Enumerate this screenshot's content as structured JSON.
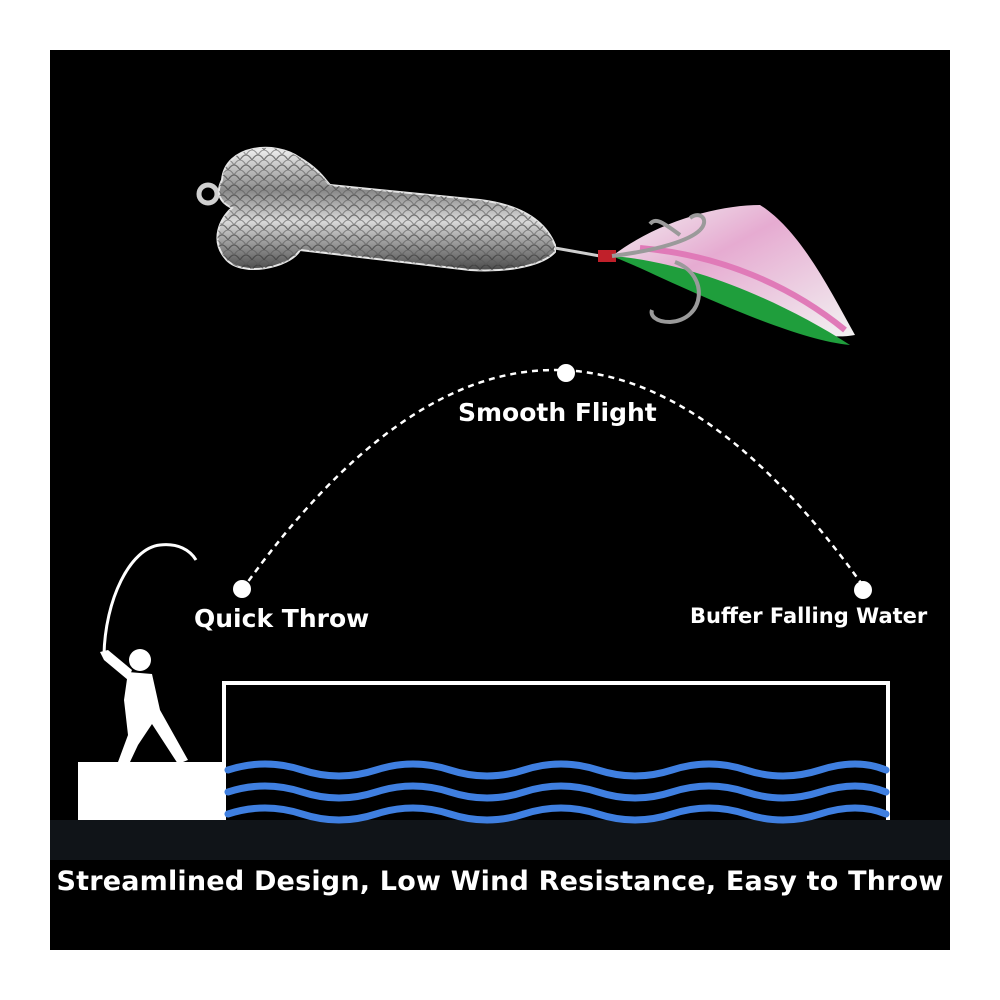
{
  "labels": {
    "top": "Smooth Flight",
    "left": "Quick Throw",
    "right": "Buffer Falling Water"
  },
  "caption": "Streamlined Design, Low Wind Resistance, Easy to Throw",
  "colors": {
    "background": "#000000",
    "frame": "#ffffff",
    "water": "#3f7fe0",
    "feather_green": "#1f9e3c",
    "feather_pink": "#e07ab8",
    "lure_metal": "#b8b8b8"
  },
  "icons": [
    "lure-icon",
    "treble-hook-icon",
    "feather-icon",
    "angler-silhouette-icon",
    "fishing-rod-icon",
    "water-wave-icon"
  ]
}
